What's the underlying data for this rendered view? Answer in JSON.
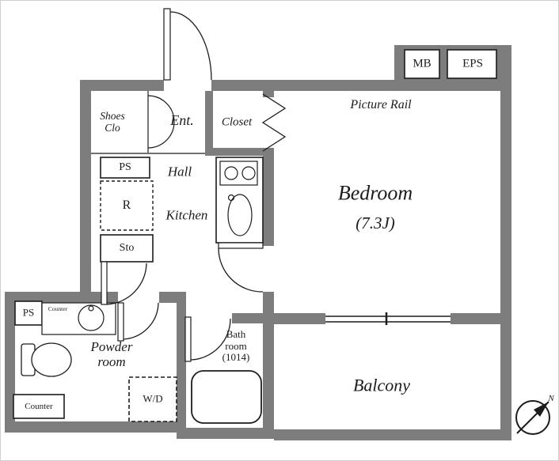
{
  "plan": {
    "rooms": {
      "bedroom": {
        "name": "Bedroom",
        "size": "(7.3J)",
        "feature": "Picture Rail"
      },
      "kitchen": "Kitchen",
      "hall": "Hall",
      "entrance": "Ent.",
      "closet": "Closet",
      "shoes_closet": "Shoes Clo",
      "powder_room": "Powder room",
      "bathroom": "Bath room (1014)",
      "balcony": "Balcony"
    },
    "fixtures": {
      "meter_box": "MB",
      "electrical_pipe_shaft": "EPS",
      "pipe_space_upper": "PS",
      "pipe_space_lower": "PS",
      "refrigerator": "R",
      "storage": "Sto",
      "washer_dryer": "W/D",
      "counter_upper": "Counter",
      "counter_lower": "Counter"
    },
    "compass": {
      "north": "N"
    },
    "colors": {
      "wall": "#7d7d7d",
      "line": "#1c1c1c",
      "floor": "#ffffff"
    }
  }
}
